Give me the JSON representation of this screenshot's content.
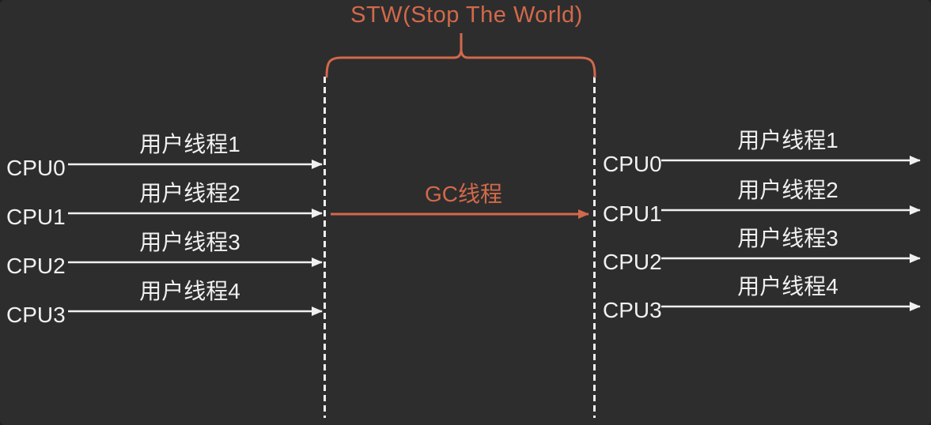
{
  "title": "STW(Stop The World)",
  "gc": {
    "label": "GC线程"
  },
  "left": {
    "rows": [
      {
        "cpu": "CPU0",
        "thread": "用户线程1"
      },
      {
        "cpu": "CPU1",
        "thread": "用户线程2"
      },
      {
        "cpu": "CPU2",
        "thread": "用户线程3"
      },
      {
        "cpu": "CPU3",
        "thread": "用户线程4"
      }
    ]
  },
  "right": {
    "rows": [
      {
        "cpu": "CPU0",
        "thread": "用户线程1"
      },
      {
        "cpu": "CPU1",
        "thread": "用户线程2"
      },
      {
        "cpu": "CPU2",
        "thread": "用户线程3"
      },
      {
        "cpu": "CPU3",
        "thread": "用户线程4"
      }
    ]
  },
  "colors": {
    "background": "#2d2d2e",
    "accent_orange": "#d2694a",
    "line_white": "#f0f0f0"
  },
  "icons": {
    "stw_brace": "curly-brace-over",
    "boundary_lines": "vertical-dashed-line",
    "thread_arrows": "right-arrow"
  }
}
